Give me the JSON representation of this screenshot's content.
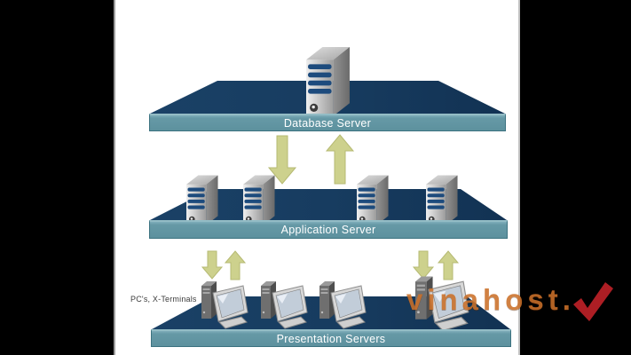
{
  "scene": {
    "kind": "three-tier client-server architecture diagram (video frame with letterbox bars)"
  },
  "tiers": {
    "database": {
      "label": "Database Server",
      "server_count": 1
    },
    "application": {
      "label": "Application Server",
      "server_count": 4
    },
    "presentation": {
      "label": "Presentation Servers",
      "workstation_count": 4
    }
  },
  "annotations": {
    "clients": "PC's, X-Terminals"
  },
  "watermark": {
    "text": "vinahost."
  },
  "icons": {
    "server_tower": "server-tower-icon",
    "workstation": "workstation-icon",
    "arrow_down": "arrow-down-icon",
    "arrow_up": "arrow-up-icon",
    "check": "checkmark-icon"
  },
  "colors": {
    "platform_navy": "#163a5f",
    "label_bar_teal": "#61939f",
    "arrow_khaki": "#cdd18d",
    "server_stripe_blue": "#1d4b7d",
    "watermark_orange": "#cb7029",
    "watermark_check_red": "#c5232a",
    "letterbox_black": "#000000"
  }
}
